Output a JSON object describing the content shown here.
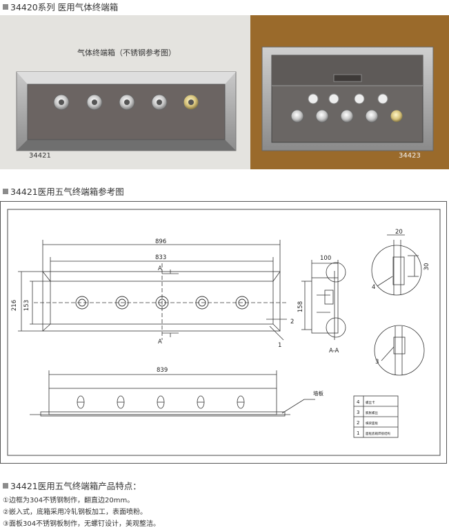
{
  "series_header": "34420系列  医用气体终端箱",
  "photo_left": {
    "caption": "气体终端箱（不锈钢参考图）",
    "model": "34421"
  },
  "photo_right": {
    "model": "34423"
  },
  "drawing_header": "34421医用五气终端箱参考图",
  "drawing": {
    "dims": {
      "outer_width": "896",
      "inner_width": "833",
      "bottom_width": "839",
      "outer_height": "216",
      "inner_height": "153",
      "side_depth": "100",
      "side_height": "158",
      "detail_width": "20",
      "detail_height": "30"
    },
    "section_mark": "A",
    "section_label": "A-A",
    "callouts": [
      "1",
      "2",
      "3",
      "4"
    ],
    "wall_label": "墙板",
    "parts_table": [
      {
        "no": "4",
        "name": "螺丝卡"
      },
      {
        "no": "3",
        "name": "膨胀螺丝"
      },
      {
        "no": "2",
        "name": "横梁面板"
      },
      {
        "no": "1",
        "name": "面框底箱焊接结构"
      }
    ]
  },
  "features_header": "34421医用五气终端箱产品特点：",
  "features": [
    "①边框为304不锈钢制作，翻直边20mm。",
    "②嵌入式，底箱采用冷轧钢板加工，表面喷粉。",
    "③面板304不锈钢板制作，无螺钉设计，美观整洁。"
  ]
}
